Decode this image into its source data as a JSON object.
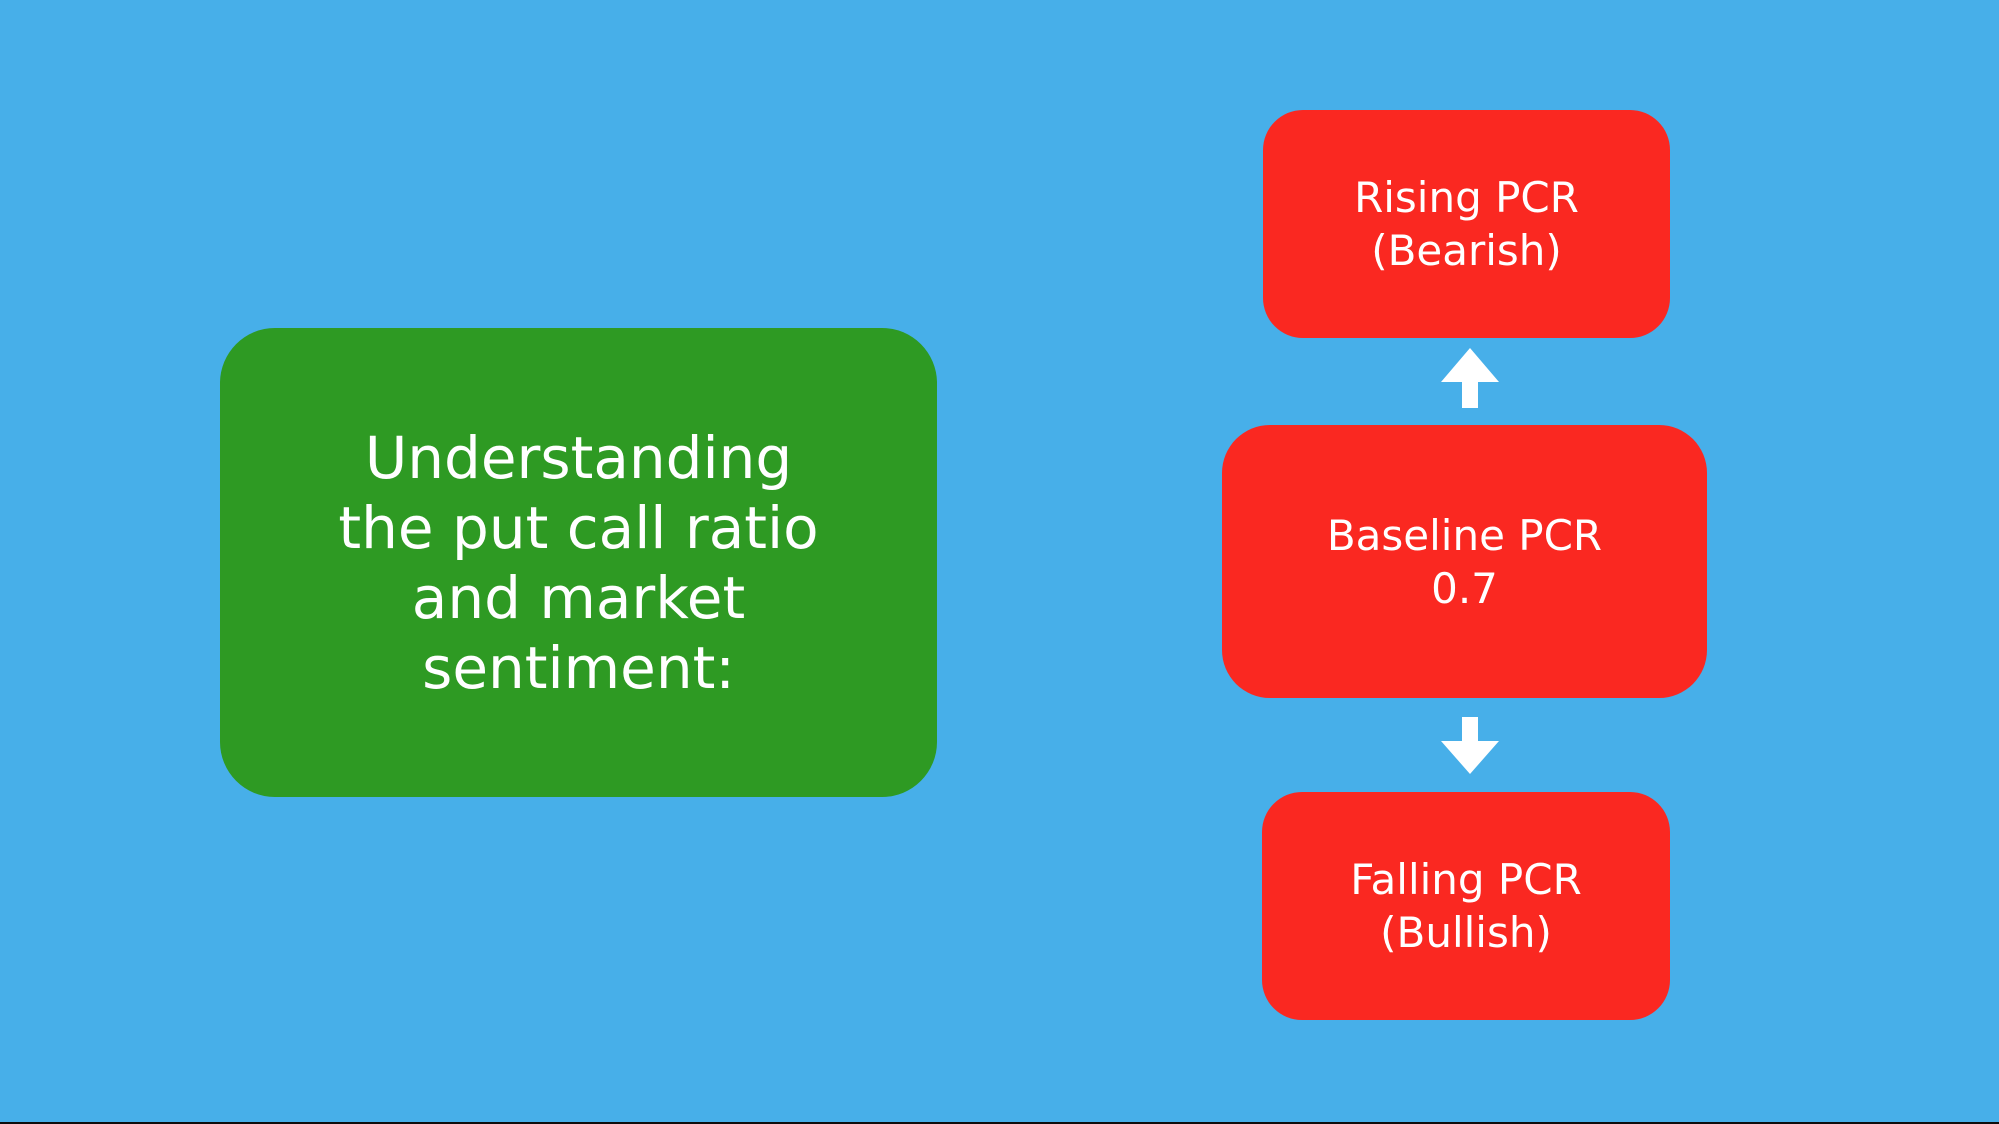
{
  "colors": {
    "background": "#47AFE9",
    "card_green": "#2E9A23",
    "card_red": "#FA2821",
    "text": "#FFFFFF",
    "bottom_edge": "#0E0E0E"
  },
  "title_card": {
    "lines": [
      "Understanding",
      "the put call ratio",
      "and market",
      "sentiment:"
    ]
  },
  "pcr_flow": {
    "rising_box": {
      "line1": "Rising PCR",
      "line2": "(Bearish)"
    },
    "baseline_box": {
      "line1": "Baseline PCR",
      "line2": "0.7"
    },
    "falling_box": {
      "line1": "Falling PCR",
      "line2": "(Bullish)"
    }
  }
}
